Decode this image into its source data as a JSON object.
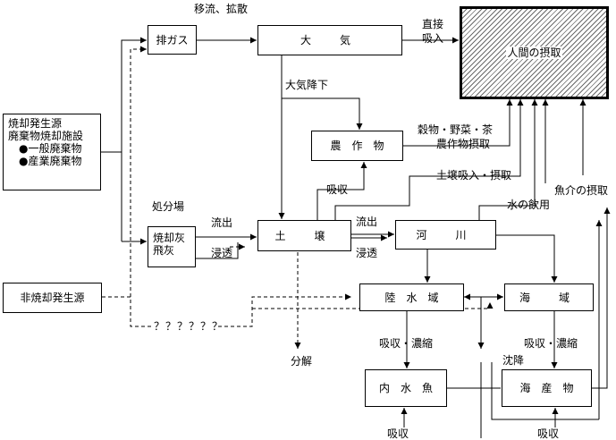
{
  "boxes": {
    "source": {
      "line1": "焼却発生源",
      "line2": "廃棄物焼却施設",
      "bullet1": "●一般廃棄物",
      "bullet2": "●産業廃棄物"
    },
    "exhaust": "排ガス",
    "atmosphere": "大　気",
    "human": "人間の摂取",
    "crops": "農　作　物",
    "ash_line1": "焼却灰",
    "ash_line2": "飛灰",
    "soil": "土　壌",
    "river": "河　川",
    "non_incineration": "非焼却発生源",
    "inland_water": "陸　水　域",
    "sea": "海　域",
    "inland_fish": "内　水　魚",
    "marine_products": "海　産　物"
  },
  "labels": {
    "transport": "移流、拡散",
    "direct_line1": "直接",
    "direct_line2": "吸入",
    "deposition": "大気降下",
    "crop_intake_line1": "穀物・野菜・茶",
    "crop_intake_line2": "農作物摂取",
    "absorb_crops": "吸収",
    "soil_intake": "土壌吸入・摂取",
    "water_drinking": "水の飲用",
    "fish_intake": "魚介の摂取",
    "disposal_site": "処分場",
    "outflow_ash": "流出",
    "infiltrate_ash": "浸透",
    "outflow_soil": "流出",
    "infiltrate_soil": "浸透",
    "unknown": "？？？？？？",
    "decompose": "分解",
    "absorb_concentrate_inland": "吸収・濃縮",
    "absorb_concentrate_sea": "吸収・濃縮",
    "sedimentation": "沈降",
    "absorb_fish": "吸収",
    "absorb_marine": "吸収"
  }
}
